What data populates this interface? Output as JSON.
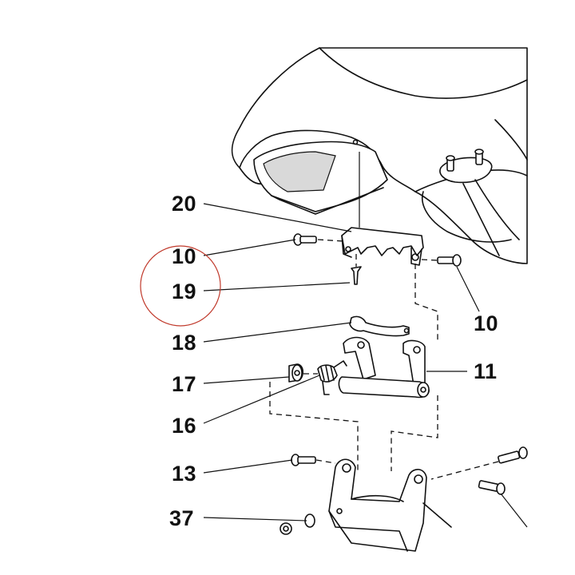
{
  "diagram": {
    "part_callouts": [
      {
        "id": "c20",
        "label": "20"
      },
      {
        "id": "c10a",
        "label": "10"
      },
      {
        "id": "c19",
        "label": "19"
      },
      {
        "id": "c10b",
        "label": "10"
      },
      {
        "id": "c18",
        "label": "18"
      },
      {
        "id": "c11",
        "label": "11"
      },
      {
        "id": "c17",
        "label": "17"
      },
      {
        "id": "c16",
        "label": "16"
      },
      {
        "id": "c13",
        "label": "13"
      },
      {
        "id": "c37",
        "label": "37"
      }
    ],
    "highlight": {
      "color": "#c0392b"
    },
    "colors": {
      "line": "#111111",
      "background": "#ffffff"
    }
  }
}
